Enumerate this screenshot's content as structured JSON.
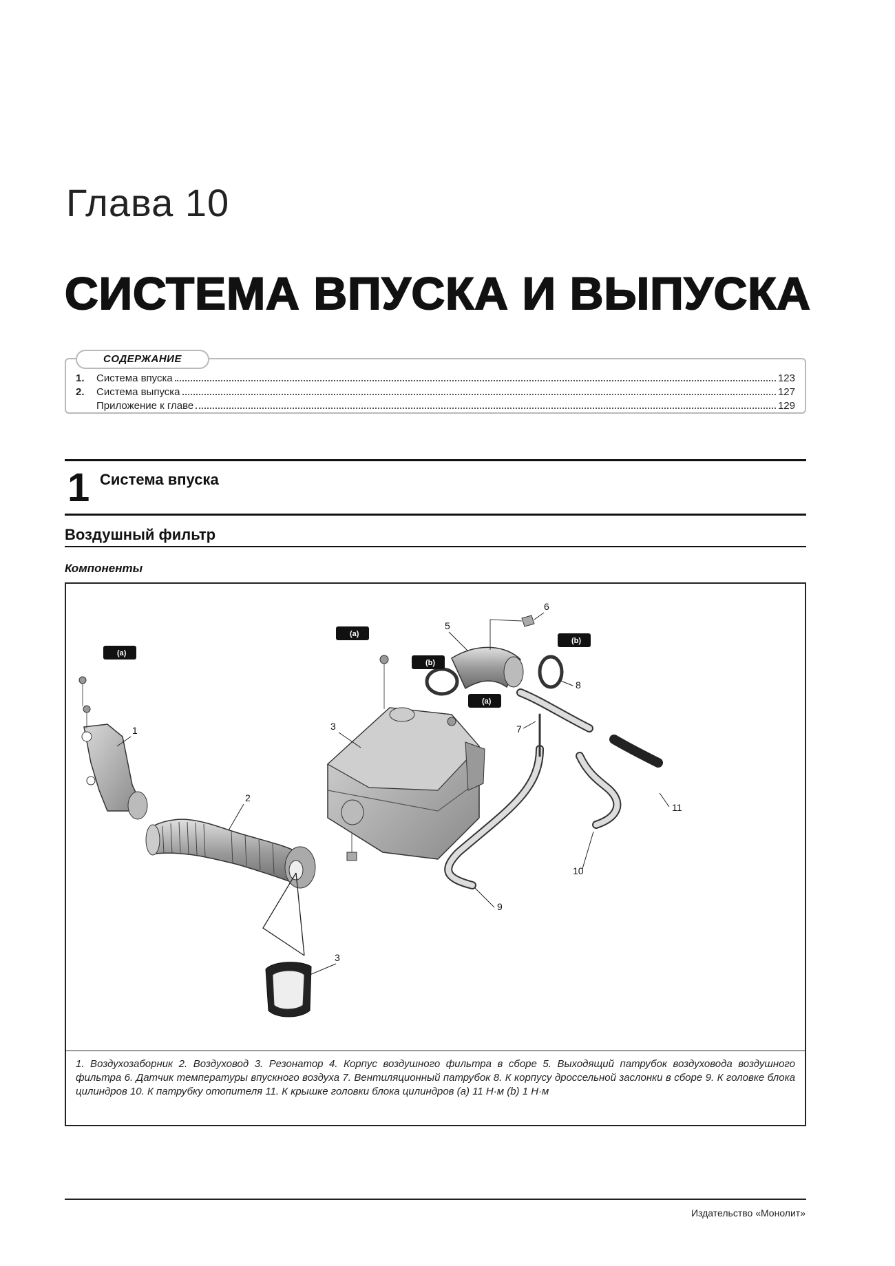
{
  "chapter": {
    "label": "Глава 10",
    "title": "СИСТЕМА ВПУСКА И ВЫПУСКА"
  },
  "toc": {
    "heading": "СОДЕРЖАНИЕ",
    "items": [
      {
        "number": "1.",
        "title": "Система впуска",
        "page": "123"
      },
      {
        "number": "2.",
        "title": "Система выпуска",
        "page": "127"
      },
      {
        "number": "",
        "title": "Приложение к главе",
        "page": "129"
      }
    ]
  },
  "section": {
    "number": "1",
    "title": "Система впуска",
    "subsection": "Воздушный фильтр",
    "label": "Компоненты"
  },
  "figure": {
    "callouts": [
      "1",
      "2",
      "3",
      "3",
      "5",
      "6",
      "7",
      "8",
      "9",
      "10",
      "11"
    ],
    "torque_marks": [
      "(a)",
      "(a)",
      "(b)",
      "(a)",
      "(b)"
    ],
    "caption": "1. Воздухозаборник 2. Воздуховод 3. Резонатор 4. Корпус воздушного фильтра в сборе 5. Выходящий патрубок воздуховода воздушного фильтра 6. Датчик температуры впускного воздуха 7. Вентиляционный патрубок 8. К корпусу дроссельной заслонки в сборе 9. К головке блока цилиндров 10. К патрубку отопителя 11. К крышке головки блока цилиндров (a) 11 Н·м (b) 1 Н·м"
  },
  "footer": {
    "publisher": "Издательство «Монолит»"
  }
}
